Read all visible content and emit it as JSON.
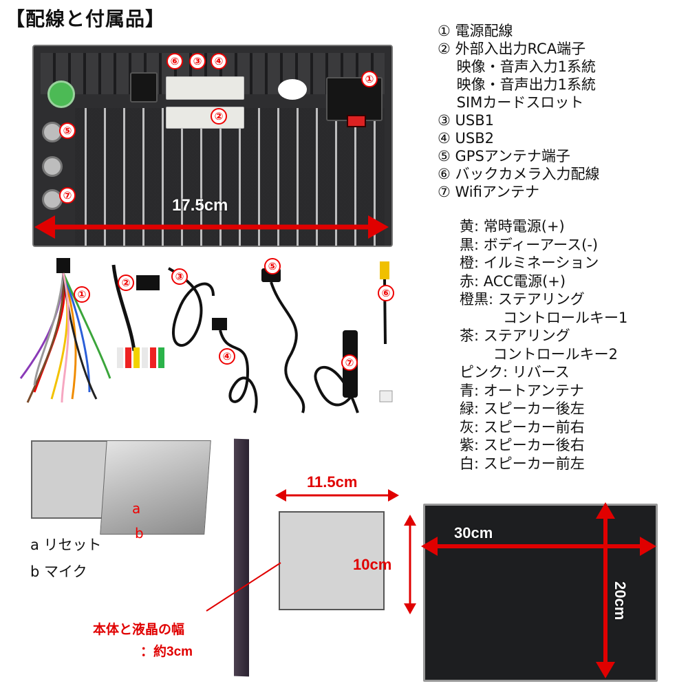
{
  "title": "【配線と付属品】",
  "panel": {
    "width_label": "17.5cm",
    "callouts": [
      "①",
      "⑥",
      "③",
      "④",
      "②",
      "⑤",
      "⑦"
    ]
  },
  "parts_list": [
    "① 電源配線",
    "② 外部入出力RCA端子",
    "　 映像・音声入力1系統",
    "　 映像・音声出力1系統",
    "　 SIMカードスロット",
    "③ USB1",
    "④ USB2",
    "⑤ GPSアンテナ端子",
    "⑥ バックカメラ入力配線",
    "⑦ Wifiアンテナ"
  ],
  "wire_legend": [
    "黄: 常時電源(+)",
    "黒: ボディーアース(-)",
    "橙: イルミネーション",
    "赤: ACC電源(+)",
    "橙黒: ステアリング",
    "　　　コントロールキー1",
    "茶: ステアリング",
    "　　 コントロールキー2",
    "ピンク: リバース",
    "青: オートアンテナ",
    "緑: スピーカー後左",
    "灰: スピーカー前右",
    "紫: スピーカー後右",
    "白: スピーカー前左"
  ],
  "accessories": [
    "①",
    "②",
    "③",
    "④",
    "⑤",
    "⑥",
    "⑦"
  ],
  "side_letters": {
    "a": "a",
    "b": "b"
  },
  "side_labels": [
    "a リセット",
    "b マイク"
  ],
  "dimensions": {
    "depth": "11.5cm",
    "height": "10cm",
    "screen_width": "30cm",
    "screen_height": "20cm"
  },
  "thickness_note": {
    "line1": "本体と液晶の幅",
    "line2": "：約3cm"
  },
  "colors": {
    "accent": "#e00000",
    "panel": "#2e2e30",
    "green_jack": "#4cba55"
  }
}
